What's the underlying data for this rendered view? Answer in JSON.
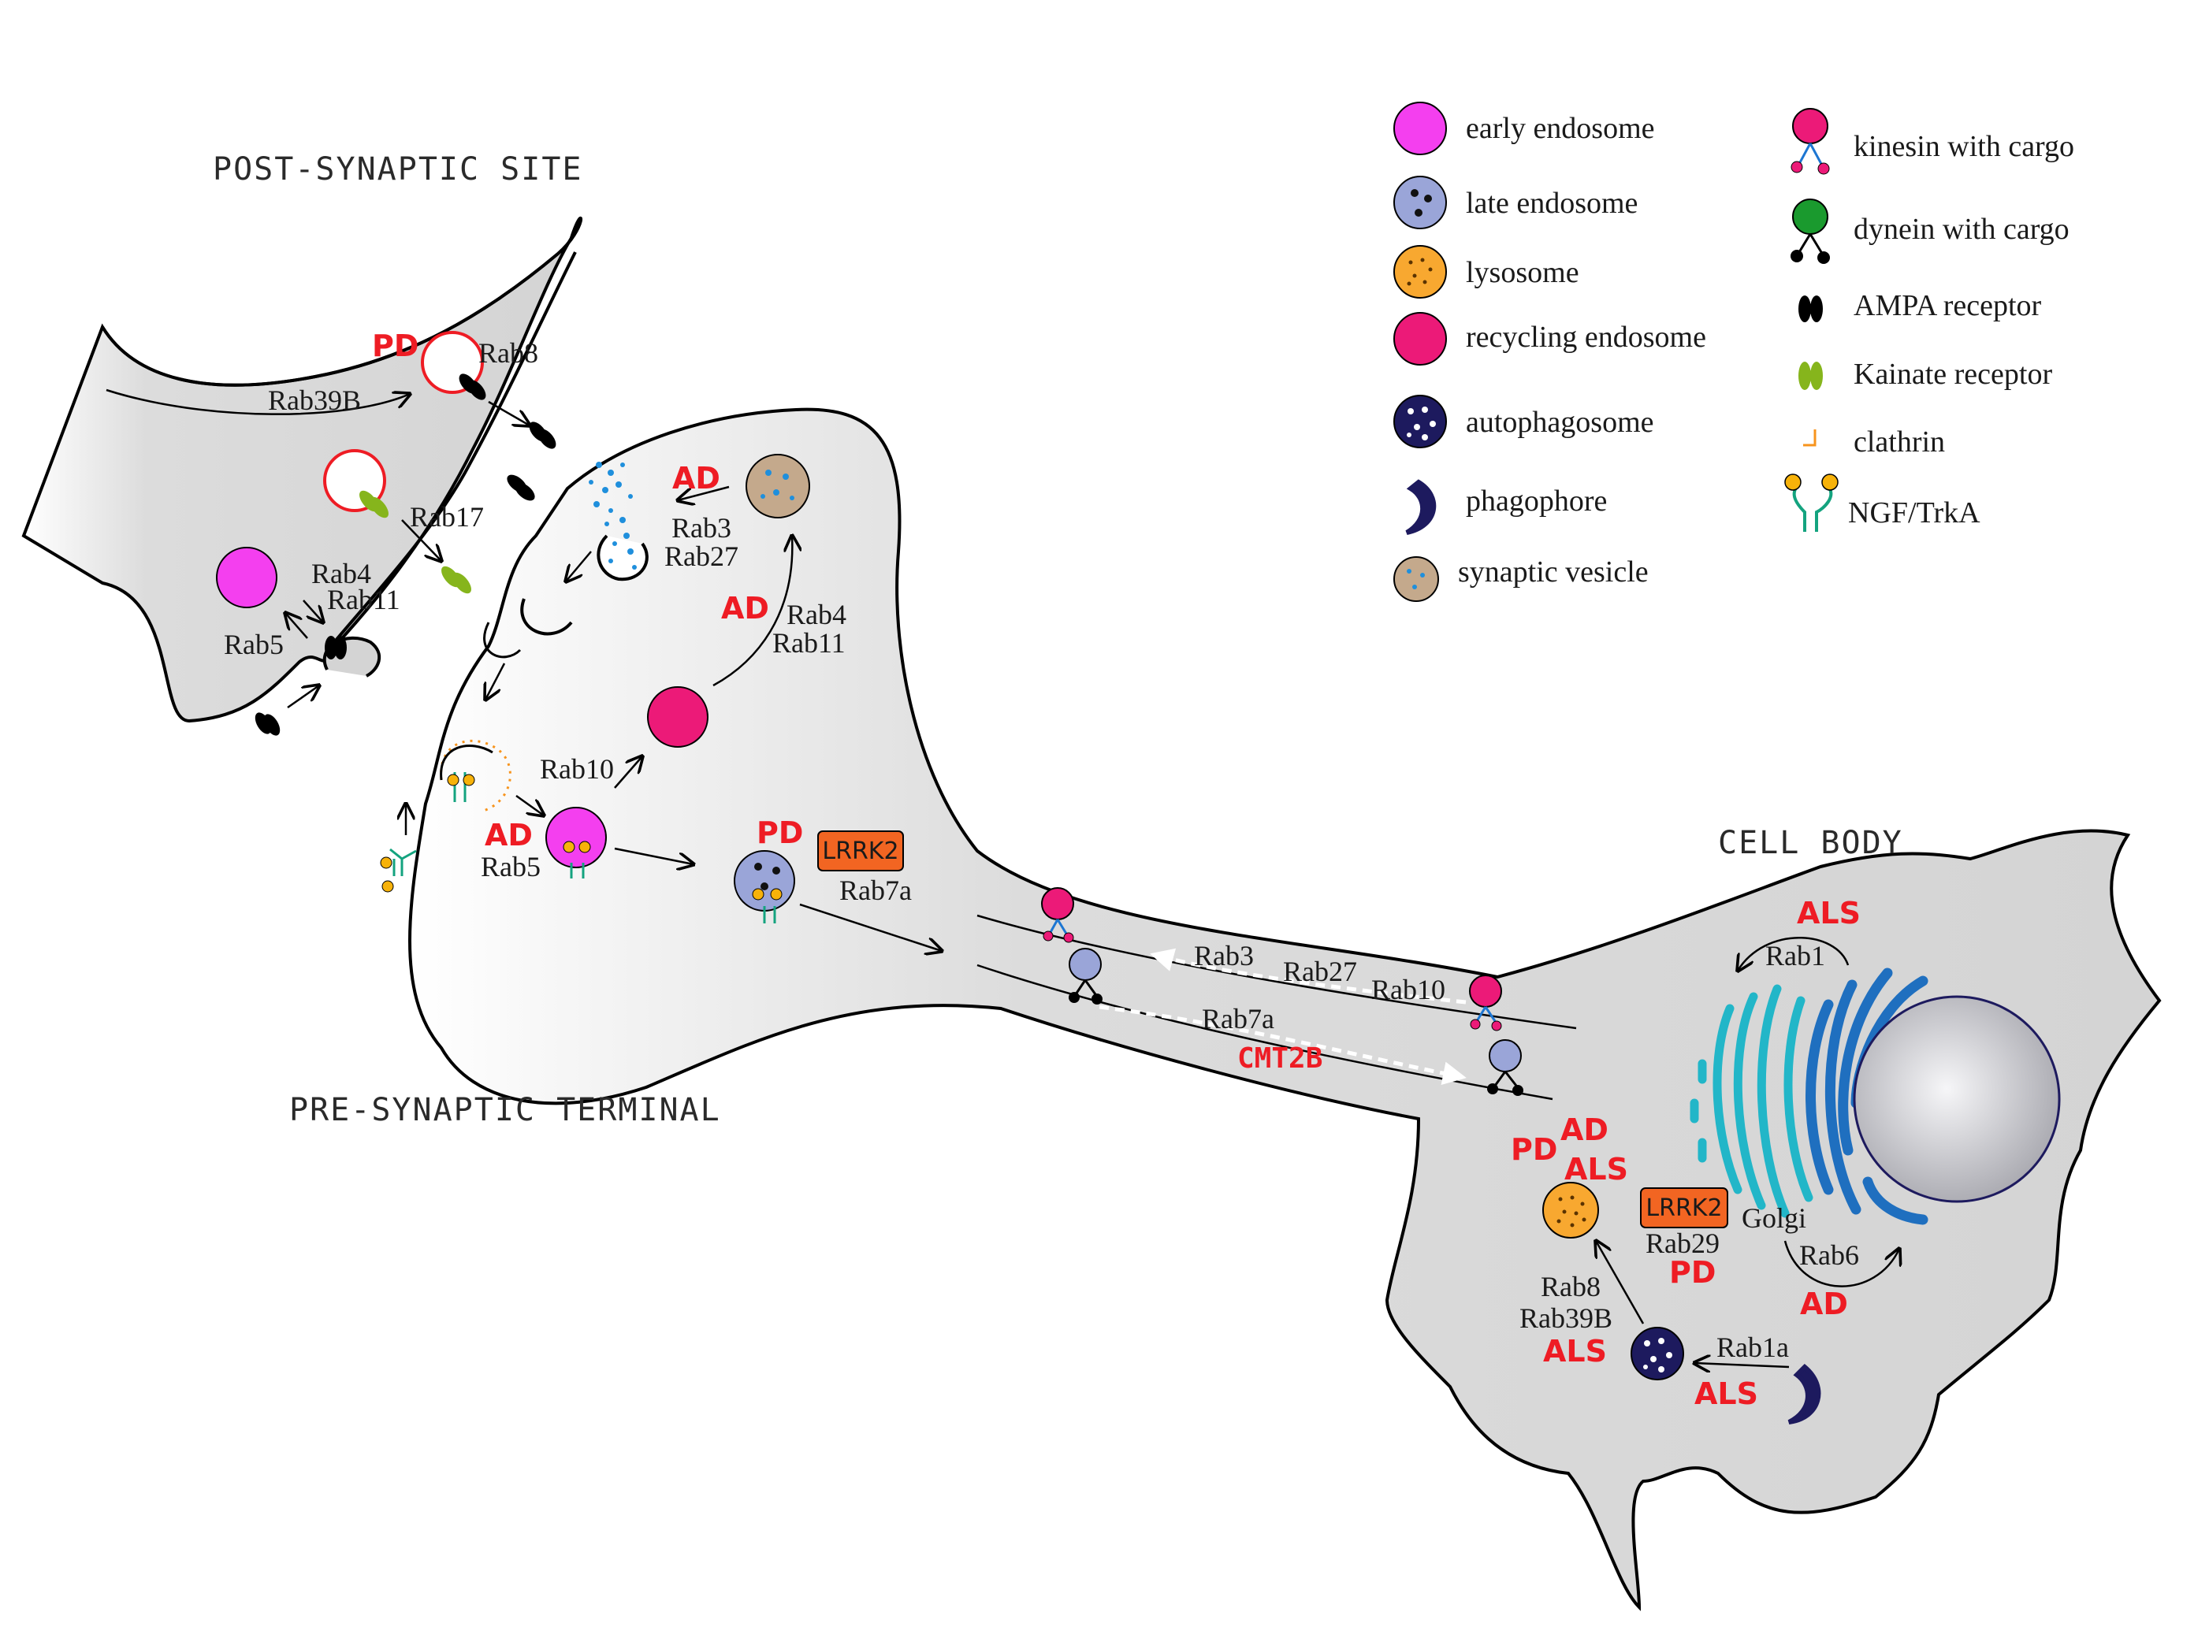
{
  "regions": {
    "post_synaptic": "POST-SYNAPTIC SITE",
    "pre_synaptic": "PRE-SYNAPTIC TERMINAL",
    "cell_body": "CELL BODY"
  },
  "legend": {
    "left": [
      {
        "icon": "early-endosome",
        "label": "early endosome"
      },
      {
        "icon": "late-endosome",
        "label": "late endosome"
      },
      {
        "icon": "lysosome",
        "label": "lysosome"
      },
      {
        "icon": "recycling-endosome",
        "label": "recycling endosome"
      },
      {
        "icon": "autophagosome",
        "label": "autophagosome"
      },
      {
        "icon": "phagophore",
        "label": "phagophore"
      },
      {
        "icon": "synaptic-vesicle",
        "label": "synaptic vesicle"
      }
    ],
    "right": [
      {
        "icon": "kinesin-with-cargo",
        "label": "kinesin with cargo"
      },
      {
        "icon": "dynein-with-cargo",
        "label": "dynein with cargo"
      },
      {
        "icon": "ampa-receptor",
        "label": "AMPA receptor"
      },
      {
        "icon": "kainate-receptor",
        "label": "Kainate receptor"
      },
      {
        "icon": "clathrin",
        "label": "clathrin"
      },
      {
        "icon": "ngf-trka",
        "label": "NGF/TrkA"
      }
    ]
  },
  "post": {
    "rab39b": "Rab39B",
    "rab8": "Rab8",
    "pd": "PD",
    "rab17": "Rab17",
    "rab4": "Rab4",
    "rab11": "Rab11",
    "rab5": "Rab5"
  },
  "pre": {
    "ad_sv": "AD",
    "rab3": "Rab3",
    "rab27": "Rab27",
    "ad_rec": "AD",
    "rab4": "Rab4",
    "rab11": "Rab11",
    "rab10": "Rab10",
    "ad_early": "AD",
    "rab5": "Rab5",
    "pd_late": "PD",
    "lrrk2": "LRRK2",
    "rab7a": "Rab7a"
  },
  "axon": {
    "rab3": "Rab3",
    "rab27": "Rab27",
    "rab10": "Rab10",
    "rab7a": "Rab7a",
    "cmt2b": "CMT2B"
  },
  "soma": {
    "als_top": "ALS",
    "rab1": "Rab1",
    "pd": "PD",
    "ad": "AD",
    "als_lys": "ALS",
    "lrrk2": "LRRK2",
    "golgi": "Golgi",
    "rab29": "Rab29",
    "pd2": "PD",
    "rab6": "Rab6",
    "ad2": "AD",
    "rab8": "Rab8",
    "rab39b": "Rab39B",
    "als_auto": "ALS",
    "rab1a": "Rab1a",
    "als_phago": "ALS"
  },
  "colors": {
    "early_endosome": "#f43fef",
    "late_endosome": "#9aa5d8",
    "lysosome": "#f8a830",
    "recycling_endosome": "#ec1a78",
    "autophagosome": "#1d1a5e",
    "synaptic_vesicle": "#c4a98c",
    "disease": "#ee1c24",
    "lrrk2": "#f26522",
    "cell_fill": "#d6d6d6",
    "golgi_cyan": "#22b6c8",
    "er_blue": "#1f6fbf",
    "ampa": "#000000",
    "kainate": "#86b51c",
    "clathrin": "#f7941d",
    "trka": "#14a37f"
  }
}
